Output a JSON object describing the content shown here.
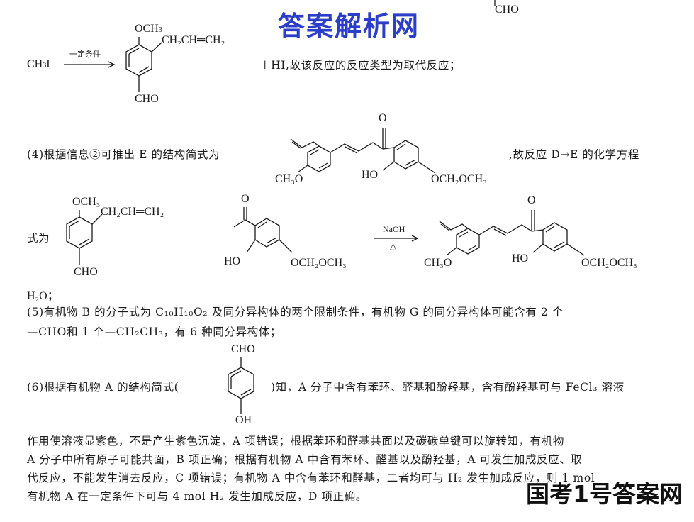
{
  "watermarks": {
    "top": "答案解析网",
    "bottom": "国考1号答案网"
  },
  "top_fragment": {
    "cho": "CHO"
  },
  "reaction1": {
    "reagent": "CH",
    "reagent_sub": "3",
    "reagent_tail": "I",
    "condition": "一定条件",
    "och3": "OCH",
    "och3_sub": "3",
    "side_chain": "CH₂CH═CH₂",
    "cho": "CHO",
    "result_text": "＋HI,故该反应的反应类型为取代反应；"
  },
  "section4": {
    "intro": "(4)根据信息②可推出 E 的结构简式为",
    "after": ",故反应 D→E 的化学方程",
    "e_carbonyl_o": "O",
    "e_och3": "CH₃O",
    "e_ho": "HO",
    "e_ether": "OCH₂OCH₃",
    "eq_prefix": "式为",
    "d_och3": "OCH₃",
    "d_side_chain": "CH₂CH═CH₂",
    "d_cho": "CHO",
    "plus1": "+",
    "k_carbonyl_o": "O",
    "k_ho": "HO",
    "k_ether": "OCH₂OCH₃",
    "arrow_top": "NaOH",
    "arrow_bottom": "△",
    "p_carbonyl_o": "O",
    "p_och3": "CH₃O",
    "p_ho": "HO",
    "p_ether": "OCH₂OCH₃",
    "plus2": "+",
    "water": "H₂O；"
  },
  "section5": {
    "line1": "(5)有机物 B 的分子式为 C₁₀H₁₀O₂ 及同分异构体的两个限制条件，有机物 G 的同分异构体可能含有 2 个",
    "line2": "—CHO和 1 个—CH₂CH₃，有 6 种同分异构体；"
  },
  "section6": {
    "intro": "(6)根据有机物 A 的结构简式(",
    "after": ")知，A 分子中含有苯环、醛基和酚羟基，含有酚羟基可与 FeCl₃ 溶液",
    "a_cho": "CHO",
    "a_oh": "OH",
    "line2": "作用使溶液显紫色，不是产生紫色沉淀，A 项错误；根据苯环和醛基共面以及碳碳单键可以旋转知，有机物",
    "line3": "A 分子中所有原子可能共面，B 项正确；根据有机物 A 中含有苯环、醛基以及酚羟基，A 可发生加成反应、取",
    "line4": "代反应，不能发生消去反应，C 项错误；有机物 A 中含有苯环和醛基，二者均可与 H₂ 发生加成反应，则 1 mol",
    "line5": "有机物 A 在一定条件下可与 4 mol H₂ 发生加成反应，D 项正确。"
  }
}
